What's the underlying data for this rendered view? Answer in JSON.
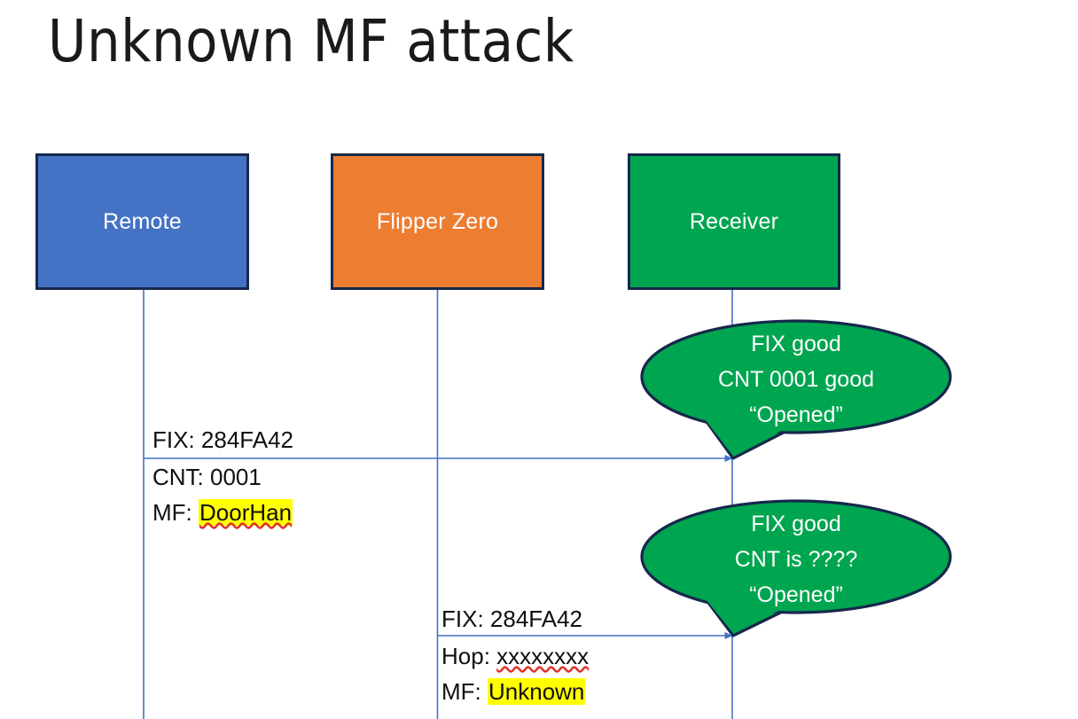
{
  "slide": {
    "title": "Unknown MF attack",
    "background_color": "#ffffff"
  },
  "colors": {
    "remote_box": "#4472C4",
    "flipper_box": "#ED7D31",
    "receiver_box": "#00A550",
    "box_border": "#16284B",
    "bubble_fill": "#00A550",
    "bubble_stroke": "#16284B",
    "lifeline": "#4472C4",
    "arrow": "#4472C4",
    "highlight": "#FFFF00",
    "spellcheck_underline": "#E0322A",
    "text_dark": "#101010",
    "text_light": "#FFFFFF"
  },
  "actors": [
    {
      "id": "remote",
      "label": "Remote"
    },
    {
      "id": "flipper",
      "label": "Flipper Zero"
    },
    {
      "id": "receiver",
      "label": "Receiver"
    }
  ],
  "messages": [
    {
      "id": "msg-1",
      "from": "remote",
      "to": "receiver",
      "above_label": "FIX: 284FA42",
      "below_line_1_label": "CNT: 0001",
      "below_line_2_prefix": "MF: ",
      "below_line_2_value": "DoorHan"
    },
    {
      "id": "msg-2",
      "from": "flipper",
      "to": "receiver",
      "above_label": "FIX: 284FA42",
      "below_line_1_prefix": "Hop: ",
      "below_line_1_value": "xxxxxxxx",
      "below_line_2_prefix": "MF: ",
      "below_line_2_value": "Unknown"
    }
  ],
  "callouts": [
    {
      "id": "callout-1",
      "line_1": "FIX good",
      "line_2": "CNT 0001 good",
      "line_3": "“Opened”"
    },
    {
      "id": "callout-2",
      "line_1": "FIX good",
      "line_2": "CNT is ????",
      "line_3": "“Opened”"
    }
  ]
}
